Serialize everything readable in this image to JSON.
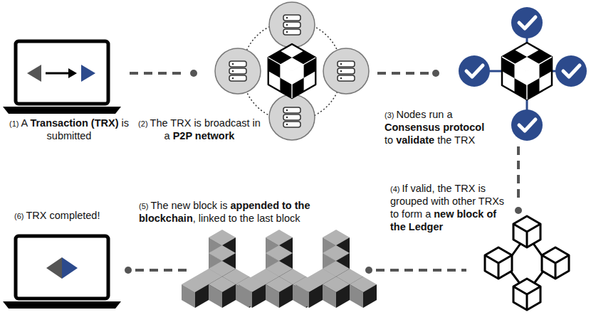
{
  "diagram": {
    "labels": [
      "(1) A Transaction (TRX) is submitted",
      "(2) The TRX is broadcast in a P2P network",
      "(3) Nodes run a Consensus protocol to validate the TRX",
      "(4) If valid, the TRX is grouped with other TRXs to form a new block of the Ledger",
      "(5) The new block is appended to the blockchain, linked to the last block",
      "(6) TRX completed!"
    ]
  }
}
